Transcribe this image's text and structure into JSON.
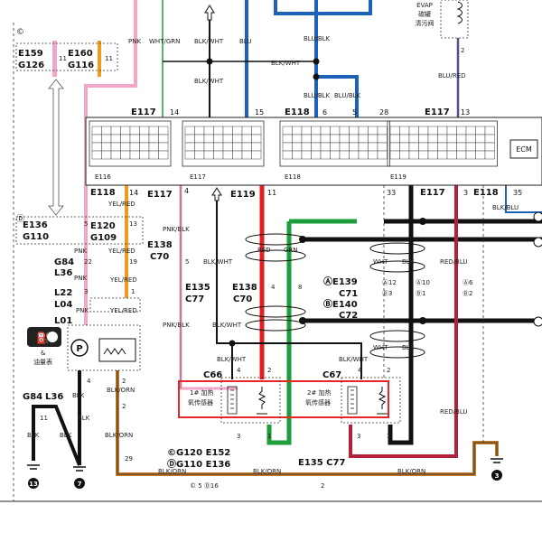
{
  "title_panel": {
    "evap_line1": "EVAP",
    "evap_line2": "碳罐",
    "evap_line3": "清污阀"
  },
  "ecm": {
    "label": "ECM",
    "connectors": {
      "e116": "E116",
      "e117": "E117",
      "e118": "E118",
      "e119": "E119"
    },
    "top_labels": {
      "e117a": "E117",
      "e117a_pin": "14",
      "e117b_pin": "15",
      "e118": "E118",
      "e118_pin_a": "6",
      "e118_pin_b": "5",
      "e118_pin_c": "28",
      "e117c": "E117",
      "e117c_pin": "13"
    },
    "bottom_labels": {
      "e118": "E118",
      "e118_pin": "14",
      "e117a": "E117",
      "e117a_pin": "4",
      "e119": "E119",
      "e119_pin": "11",
      "pin33": "33",
      "e117b": "E117",
      "e117b_pin": "3",
      "e118b": "E118",
      "e118b_pin": "35"
    }
  },
  "wires": {
    "pnk": "PNK",
    "wht_grn": "WHT/GRN",
    "blk_wht": "BLK/WHT",
    "blu": "BLU",
    "blu_blk": "BLU/BLK",
    "blk_wht2": "BLK/WHT",
    "blu_red": "BLU/RED",
    "yel_red": "YEL/RED",
    "pnk_blk": "PNK/BLK",
    "red": "RED",
    "grn": "GRN",
    "wht": "WHT",
    "blk": "BLK",
    "red_blu": "RED/BLU",
    "blk_blu": "BLK/BLU",
    "blk_orn": "BLK/ORN"
  },
  "left_blocks": {
    "c_marker": "©",
    "d_marker": "Ⓓ",
    "e159": "E159",
    "g126": "G126",
    "pin11a": "11",
    "e160": "E160",
    "g116": "G116",
    "pin11b": "11",
    "e136": "E136",
    "g110": "G110",
    "pin5": "5",
    "e120": "E120",
    "g109": "G109",
    "pin13": "13",
    "g84": "G84",
    "l36": "L36",
    "pin22": "22",
    "pin19": "19",
    "l22": "L22",
    "l04": "L04",
    "pin3": "3",
    "pin1": "1",
    "l01": "L01",
    "fuel_gauge_line1": "&",
    "fuel_gauge_line2": "油量表",
    "pump_p": "P",
    "g84b": "G84",
    "l36b": "L36",
    "pin11c": "11"
  },
  "sensors": {
    "c66": "C66",
    "c67": "C67",
    "sensor1": "1# 加热",
    "sensor1b": "氧传感器",
    "sensor2": "2# 加热",
    "sensor2b": "氧传感器",
    "c66_pin4": "4",
    "c66_pin2": "2",
    "c66_pin3": "3",
    "c66_pin1": "1",
    "c67_pin4": "4",
    "c67_pin2": "2",
    "c67_pin3": "3",
    "c67_pin1": "1"
  },
  "mid_labels": {
    "e138_c70": "E138",
    "c70": "C70",
    "e135": "E135",
    "c77": "C77",
    "e138b": "E138",
    "c70b": "C70",
    "pin4": "4",
    "pin8": "8",
    "pin5": "5",
    "e139": "E139",
    "c71": "C71",
    "e140": "E140",
    "c72": "C72",
    "a_marker": "Ⓐ",
    "b_marker": "Ⓑ",
    "pin12": "12",
    "pin3": "3",
    "pin10": "10",
    "pin1": "1",
    "pin6": "6",
    "pin2": "2"
  },
  "bottom_labels": {
    "g120_e152": "©G120 E152",
    "g110_e136": "ⒹG110 E136",
    "e135_c77": "E135 C77",
    "pin29": "29",
    "pin2": "2",
    "c5_d16": "© 5  Ⓓ16",
    "ground13": "13",
    "ground7": "7",
    "ground3": "3"
  },
  "colors": {
    "pink": "#f2a6c8",
    "orange": "#f29a1f",
    "blue": "#1a63b8",
    "red": "#e02020",
    "green": "#1e9e3a",
    "darkred": "#b3203a",
    "brown": "#c07a2a",
    "highlight_box": "#e8262a"
  }
}
